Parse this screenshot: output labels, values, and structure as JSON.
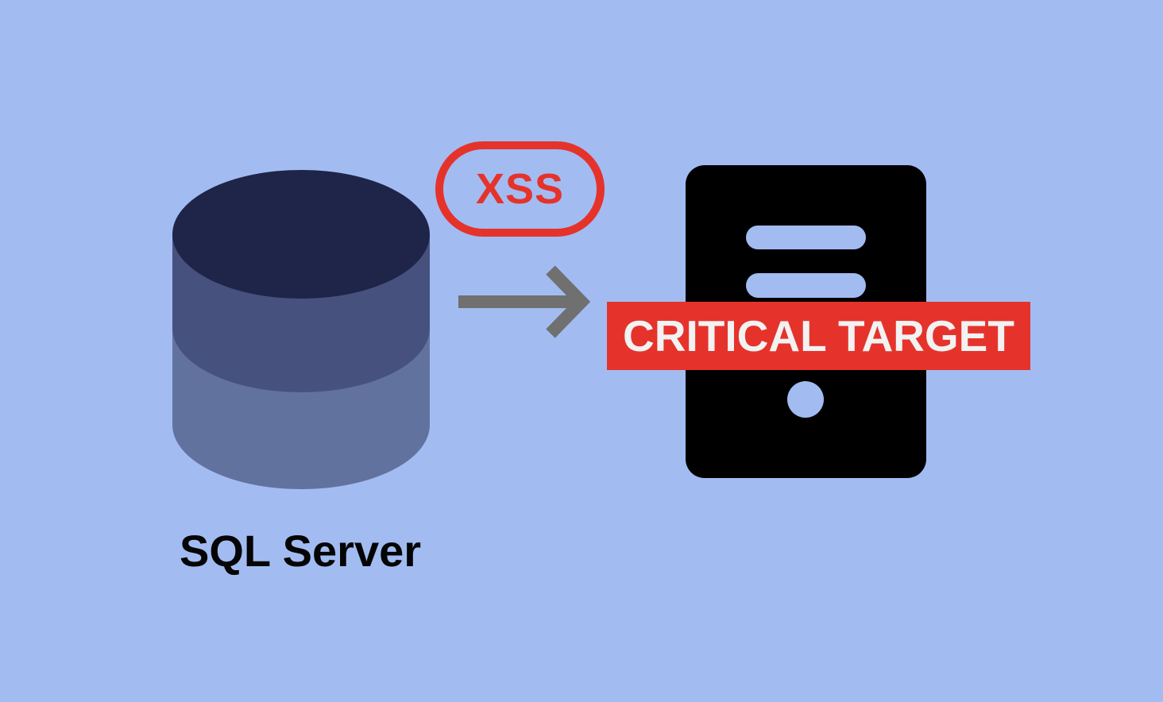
{
  "diagram": {
    "source": {
      "label": "SQL Server",
      "icon": "database-icon",
      "layer_colors": [
        "#1f2548",
        "#46527d",
        "#62729e"
      ]
    },
    "connector": {
      "icon": "arrow-right-icon",
      "color": "#707070"
    },
    "attack_badge": {
      "label": "XSS",
      "color": "#e5332b"
    },
    "target": {
      "icon": "server-icon",
      "label": "CRITICAL TARGET",
      "label_color": "#e5332b",
      "body_color": "#000000"
    },
    "background_color": "#a2bcf2"
  }
}
